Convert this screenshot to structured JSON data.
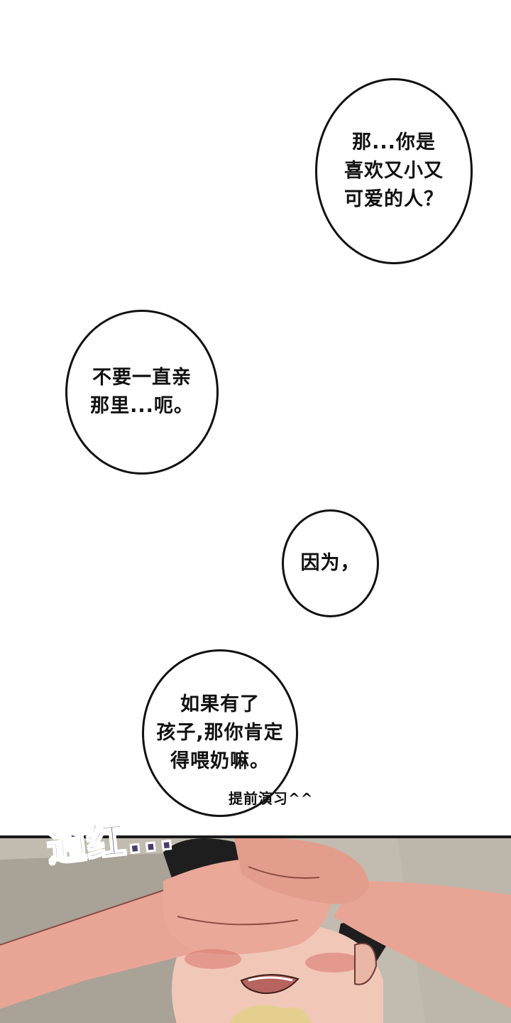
{
  "bubbles": [
    {
      "text": "那...你是\n喜欢又小又\n可爱的人？"
    },
    {
      "text": "不要一直亲\n那里...呃。"
    },
    {
      "text": "因为，"
    },
    {
      "text": "如果有了\n孩子,那你肯定\n得喂奶嘛。"
    }
  ],
  "aside_note": "提前演习^^",
  "sfx": "通红...",
  "colors": {
    "ink": "#111111",
    "skin": "#e8a596",
    "blush": "#d9736b",
    "sfx": "#4a3d6b",
    "background_wall": "#b9b2a7"
  }
}
